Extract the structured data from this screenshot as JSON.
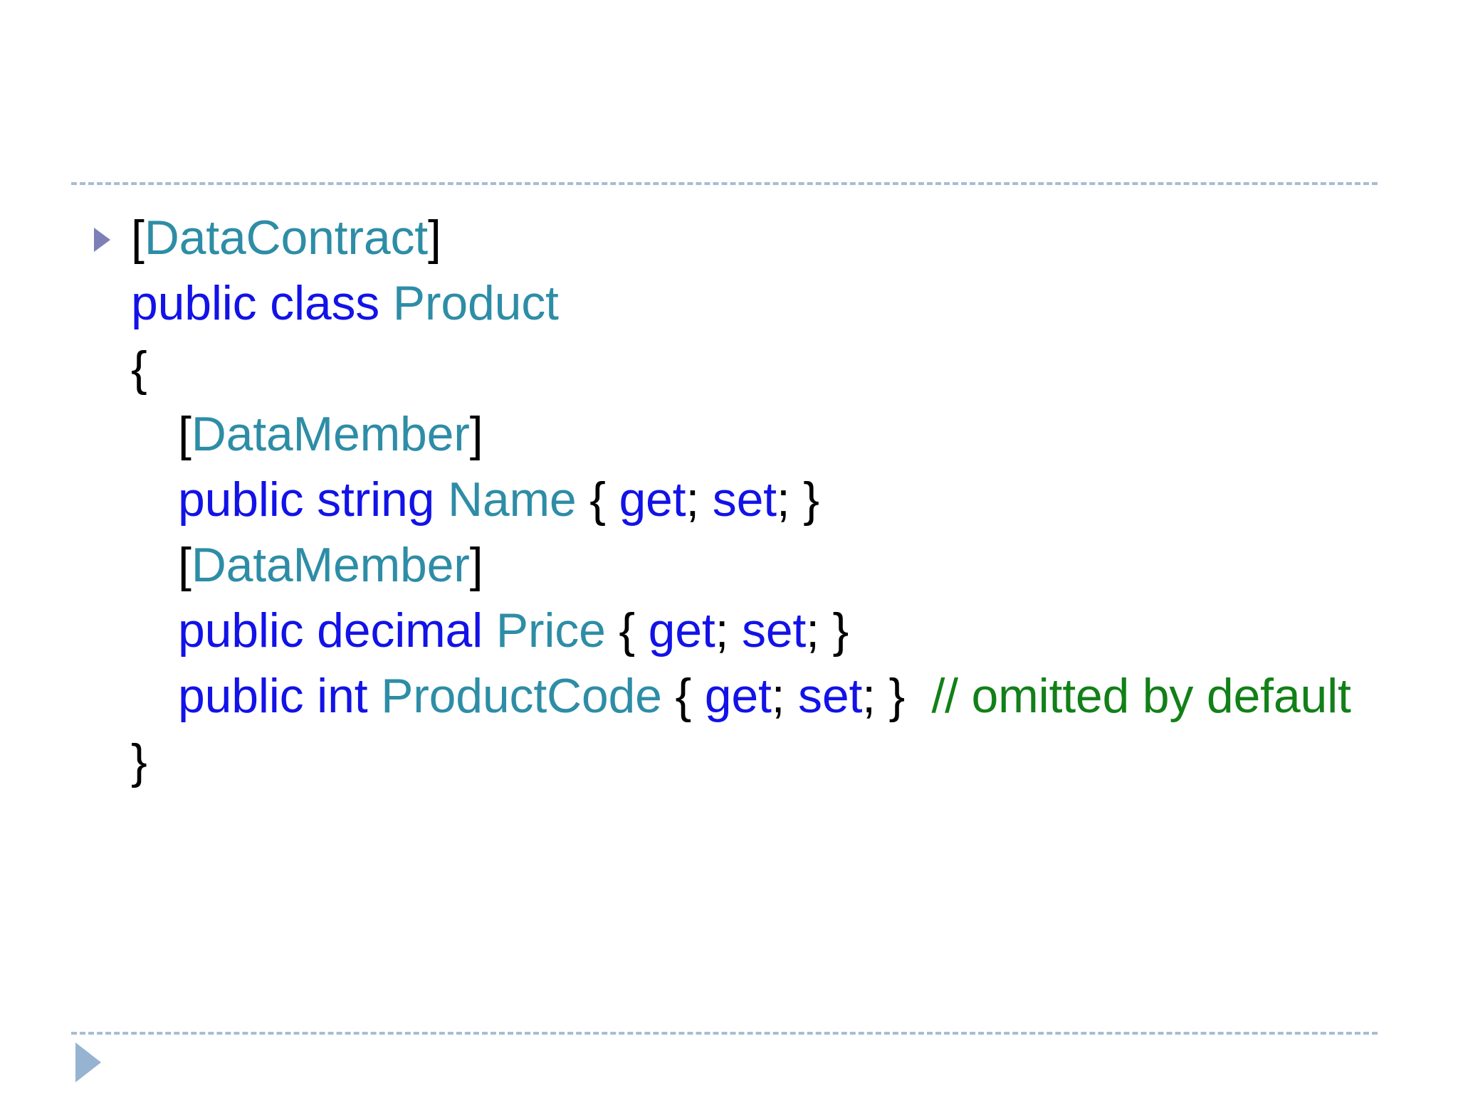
{
  "slide": {
    "background_color": "#FFFFFF",
    "divider_color": "#A9BCD3",
    "bullet_marker_color": "#7C80B6",
    "nav_arrow_color": "#96B3D1",
    "icons": {
      "bullet": "bullet-triangle-icon",
      "nav": "nav-next-triangle-icon"
    }
  },
  "colors": {
    "punctuation": "#000000",
    "keyword": "#1212E8",
    "type": "#2E8DA6",
    "comment": "#128018"
  },
  "code": {
    "language": "csharp",
    "plain_text": "[DataContract]\npublic class Product\n{\n    [DataMember]\n    public string Name { get; set; }\n    [DataMember]\n    public decimal Price { get; set; }\n    public int ProductCode { get; set; }  // omitted by default\n}",
    "lines": [
      {
        "id": "line-datacontract",
        "bulleted": true,
        "indent": 0,
        "tokens": [
          {
            "t": "[",
            "k": "punct"
          },
          {
            "t": "DataContract",
            "k": "type"
          },
          {
            "t": "]",
            "k": "punct"
          }
        ]
      },
      {
        "id": "line-class-decl",
        "bulleted": false,
        "indent": 0,
        "tokens": [
          {
            "t": "public class ",
            "k": "keyword"
          },
          {
            "t": "Product",
            "k": "type"
          }
        ]
      },
      {
        "id": "line-open-brace",
        "bulleted": false,
        "indent": 0,
        "tokens": [
          {
            "t": "{",
            "k": "punct"
          }
        ]
      },
      {
        "id": "line-datamember-1",
        "bulleted": false,
        "indent": 2,
        "tokens": [
          {
            "t": "[",
            "k": "punct"
          },
          {
            "t": "DataMember",
            "k": "type"
          },
          {
            "t": "]",
            "k": "punct"
          }
        ]
      },
      {
        "id": "line-prop-name",
        "bulleted": false,
        "indent": 2,
        "tokens": [
          {
            "t": "public string ",
            "k": "keyword"
          },
          {
            "t": "Name",
            "k": "type"
          },
          {
            "t": " { ",
            "k": "punct"
          },
          {
            "t": "get",
            "k": "keyword"
          },
          {
            "t": "; ",
            "k": "punct"
          },
          {
            "t": "set",
            "k": "keyword"
          },
          {
            "t": "; }",
            "k": "punct"
          }
        ]
      },
      {
        "id": "line-datamember-2",
        "bulleted": false,
        "indent": 2,
        "tokens": [
          {
            "t": "[",
            "k": "punct"
          },
          {
            "t": "DataMember",
            "k": "type"
          },
          {
            "t": "]",
            "k": "punct"
          }
        ]
      },
      {
        "id": "line-prop-price",
        "bulleted": false,
        "indent": 2,
        "tokens": [
          {
            "t": "public decimal ",
            "k": "keyword"
          },
          {
            "t": "Price",
            "k": "type"
          },
          {
            "t": " { ",
            "k": "punct"
          },
          {
            "t": "get",
            "k": "keyword"
          },
          {
            "t": "; ",
            "k": "punct"
          },
          {
            "t": "set",
            "k": "keyword"
          },
          {
            "t": "; }",
            "k": "punct"
          }
        ]
      },
      {
        "id": "line-prop-productcode",
        "bulleted": false,
        "indent": 2,
        "wraps": true,
        "tokens": [
          {
            "t": "public int ",
            "k": "keyword"
          },
          {
            "t": "ProductCode",
            "k": "type"
          },
          {
            "t": " { ",
            "k": "punct"
          },
          {
            "t": "get",
            "k": "keyword"
          },
          {
            "t": "; ",
            "k": "punct"
          },
          {
            "t": "set",
            "k": "keyword"
          },
          {
            "t": "; }",
            "k": "punct"
          },
          {
            "t": "  // omitted by default",
            "k": "comment"
          }
        ]
      },
      {
        "id": "line-close-brace",
        "bulleted": false,
        "indent": 0,
        "tokens": [
          {
            "t": "}",
            "k": "punct"
          }
        ]
      }
    ]
  }
}
